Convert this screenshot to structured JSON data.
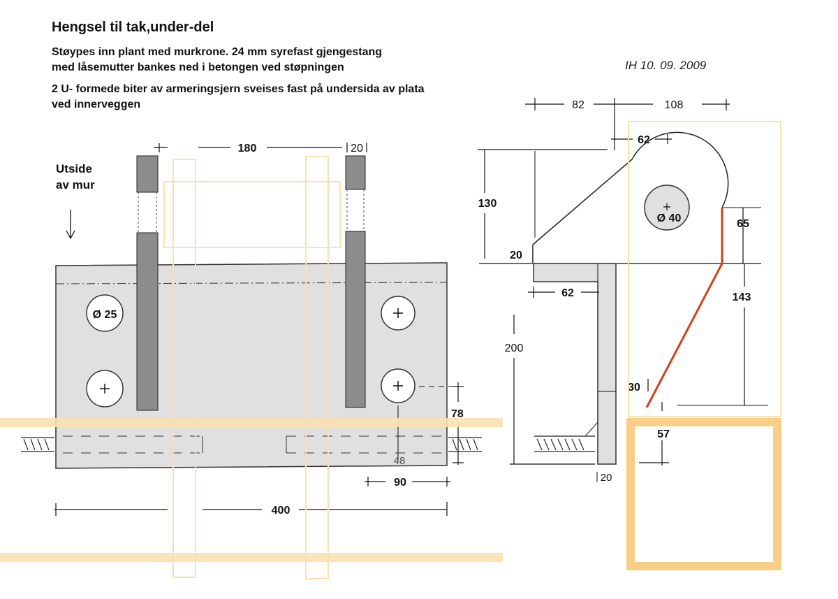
{
  "header": {
    "title": "Hengsel til tak,under-del",
    "line1": "Støypes inn plant med murkrone. 24 mm syrefast gjengestang",
    "line2": "med låsemutter bankes ned i betongen ved støpningen",
    "line3": "2  U- formede biter av armeringsjern sveises fast på undersida av  plata",
    "line4": "ved innerveggen",
    "signature": "IH 10. 09. 2009"
  },
  "labels": {
    "outside_line1": "Utside",
    "outside_line2": "av mur"
  },
  "left_view": {
    "dim_180": "180",
    "dim_20": "20",
    "hole_25": "Ø 25",
    "dim_78": "78",
    "dim_48": "48",
    "dim_90": "90",
    "dim_400": "400"
  },
  "right_view": {
    "dim_82": "82",
    "dim_108": "108",
    "dim_62_top": "62",
    "dim_130": "130",
    "hole_40": "Ø 40",
    "dim_65": "65",
    "dim_20_flange": "20",
    "dim_62_bottom": "62",
    "dim_143": "143",
    "dim_200": "200",
    "dim_30": "30",
    "dim_57": "57",
    "dim_20_bottom": "20"
  },
  "colors": {
    "plate_fill": "#e0e0e0",
    "bar_fill": "#8c8c8c",
    "overlay_orange": "#fbe0b2",
    "overlay_orange_dark": "#f9cf88",
    "red_line": "#d2401a",
    "ink": "#111111"
  }
}
